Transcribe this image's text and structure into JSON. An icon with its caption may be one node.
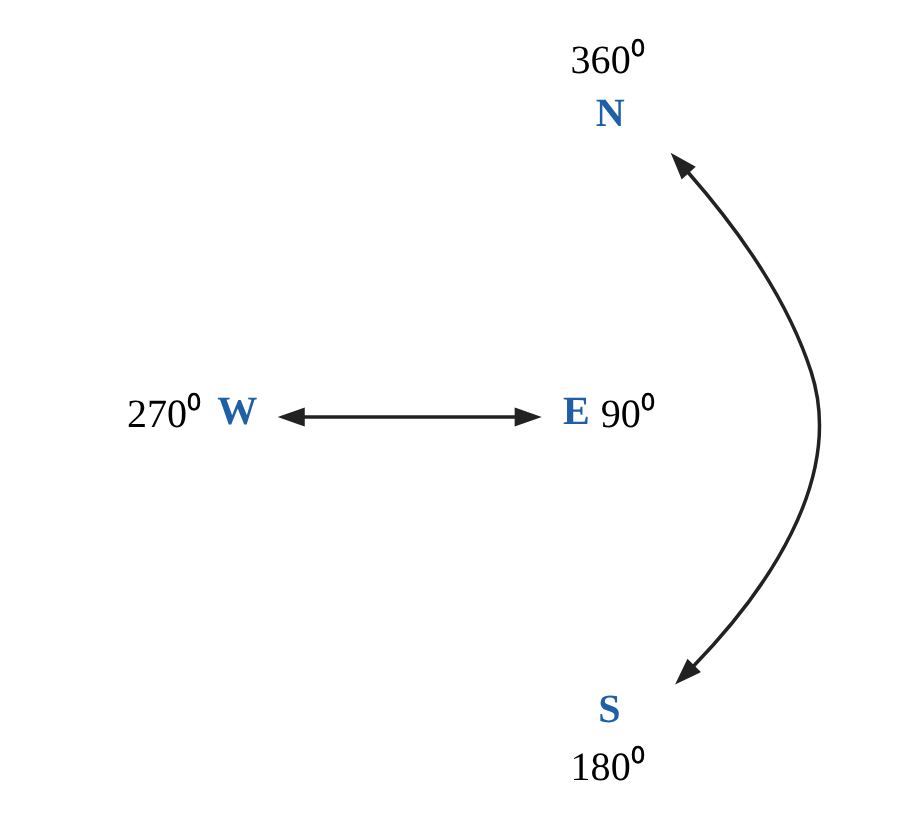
{
  "diagram": {
    "nodes": [
      {
        "text": [
          "N"
        ],
        "beside": [
          "360⁰"
        ]
      },
      {
        "text": [
          "W"
        ],
        "beside": [
          "270⁰"
        ]
      },
      {
        "text": [
          "E"
        ],
        "beside": [
          "90⁰"
        ]
      },
      {
        "text": [
          "S"
        ],
        "beside": [
          "180⁰"
        ]
      }
    ],
    "edges": [
      {
        "from": 0,
        "to": 3,
        "arrow": "both"
      },
      {
        "from": 1,
        "to": 2,
        "arrow": "both"
      }
    ]
  }
}
